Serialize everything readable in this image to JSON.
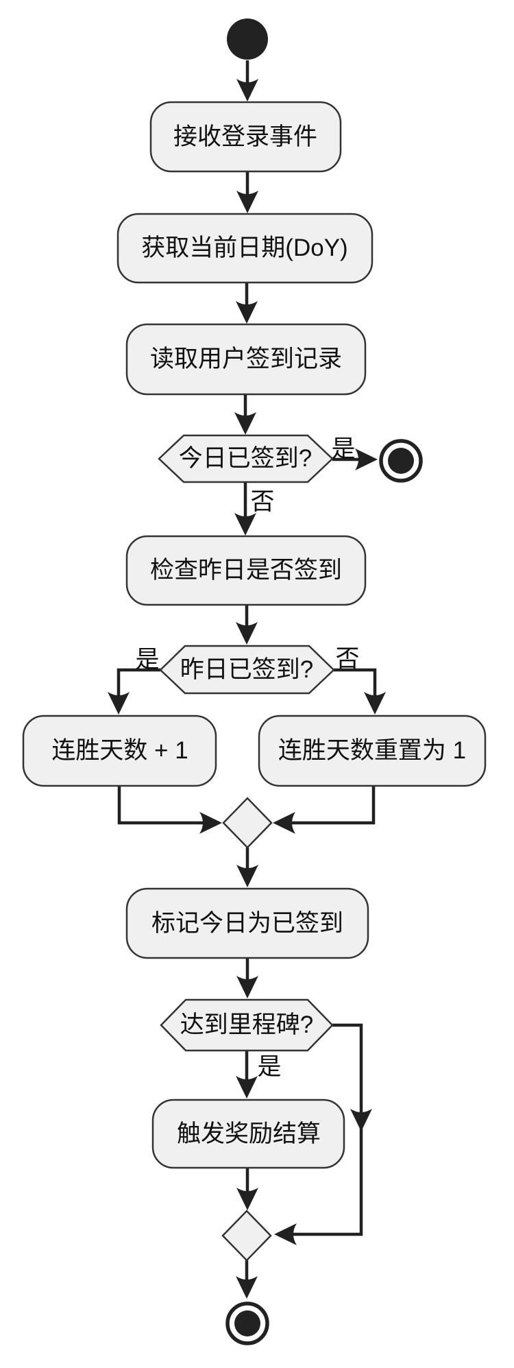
{
  "diagram": {
    "kind": "activity-flowchart",
    "direction": "top-down",
    "nodes": {
      "start": {
        "type": "initial"
      },
      "receive_login": {
        "type": "activity",
        "label": "接收登录事件"
      },
      "get_date": {
        "type": "activity",
        "label": "获取当前日期(DoY)"
      },
      "read_record": {
        "type": "activity",
        "label": "读取用户签到记录"
      },
      "today_signed": {
        "type": "decision",
        "label": "今日已签到?"
      },
      "end_early": {
        "type": "final"
      },
      "check_yesterday": {
        "type": "activity",
        "label": "检查昨日是否签到"
      },
      "yesterday_signed": {
        "type": "decision",
        "label": "昨日已签到?"
      },
      "streak_plus": {
        "type": "activity",
        "label": "连胜天数 + 1"
      },
      "streak_reset": {
        "type": "activity",
        "label": "连胜天数重置为 1"
      },
      "merge_streak": {
        "type": "merge"
      },
      "mark_today": {
        "type": "activity",
        "label": "标记今日为已签到"
      },
      "milestone": {
        "type": "decision",
        "label": "达到里程碑?"
      },
      "reward": {
        "type": "activity",
        "label": "触发奖励结算"
      },
      "merge_end": {
        "type": "merge"
      },
      "end_final": {
        "type": "final"
      }
    },
    "edge_labels": {
      "today_yes": "是",
      "today_no": "否",
      "yesterday_yes": "是",
      "yesterday_no": "否",
      "milestone_yes": "是"
    },
    "palette": {
      "background": "#ffffff",
      "node_fill": "#f0f0f0",
      "node_stroke": "#333333",
      "edge_color": "#212121",
      "text_color": "#111111",
      "terminal_fill": "#222222"
    }
  }
}
